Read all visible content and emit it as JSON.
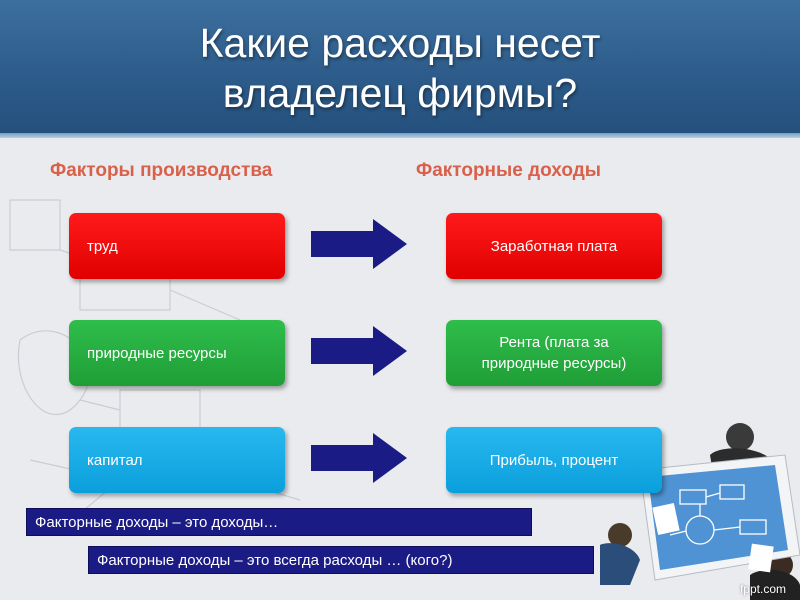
{
  "slide": {
    "title_line1": "Какие расходы несет",
    "title_line2": "владелец фирмы?",
    "left_heading": "Факторы производства",
    "right_heading": "Факторные доходы",
    "rows": [
      {
        "factor": "труд",
        "income": "Заработная плата",
        "color": "#ff0000"
      },
      {
        "factor": "природные ресурсы",
        "income_line1": "Рента (плата за",
        "income_line2": "природные ресурсы)",
        "color": "#22aa3f"
      },
      {
        "factor": "капитал",
        "income": "Прибыль, процент",
        "color": "#18aee8"
      }
    ],
    "note1": "Факторные доходы – это доходы…",
    "note2": "Факторные доходы – это всегда расходы …  (кого?)",
    "watermark": "fppt.com"
  },
  "colors": {
    "header": "#2d5c8b",
    "heading_text": "#d9604a",
    "arrow": "#1b1b86",
    "note_bg": "#1b1b86"
  }
}
